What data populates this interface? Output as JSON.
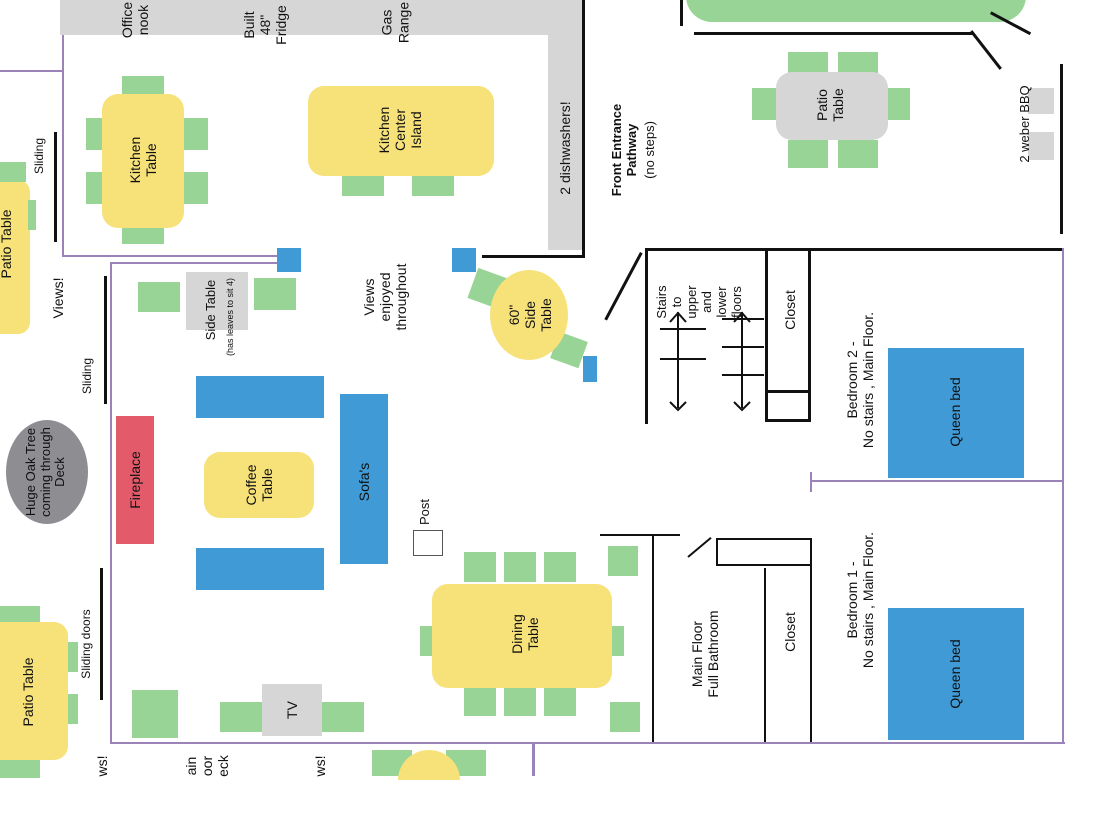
{
  "labels": {
    "office": "Office\nnook",
    "built_in_fridge": "Built\n48\"\nFridge",
    "gas_range": "Gas\nRange",
    "kitchen_table": "Kitchen\nTable",
    "kitchen_center_island": "Kitchen\nCenter\nIsland",
    "dishwashers": "2 dishwashers!",
    "front_entrance": "Front Entrance\nPathway",
    "no_steps": "(no steps)",
    "patio_table_right": "Patio\nTable",
    "weber_bbq": "2 weber BBQ",
    "sliding_top": "Sliding",
    "views_left": "Views!",
    "sliding_mid": "Sliding",
    "sliding_doors": "Sliding doors",
    "patio_table_left_top": "Patio Table",
    "patio_table_left_bottom": "Patio Table",
    "oak_tree": "Huge Oak Tree\ncoming through\nDeck",
    "side_table": "Side Table",
    "side_table_note": "(has leaves to sit 4)",
    "views_enjoyed": "Views\nenjoyed\nthroughout",
    "side_table_60": "60\"\nSide\nTable",
    "stairs": "Stairs\nto\nupper\nand\nlower\nfloors",
    "closet_top": "Closet",
    "bedroom2": "Bedroom 2 -\nNo stairs , Main Floor.",
    "queen_bed_top": "Queen bed",
    "fireplace": "Fireplace",
    "coffee_table": "Coffee\nTable",
    "sofas": "Sofa's",
    "post": "Post",
    "dining_table": "Dining\nTable",
    "bathroom": "Main Floor\nFull Bathroom",
    "closet_bottom": "Closet",
    "bedroom1": "Bedroom 1 -\nNo stairs , Main Floor.",
    "queen_bed_bottom": "Queen bed",
    "tv": "TV",
    "views_bottom_left": "ws!",
    "main_floor_deck": "ain\noor\neck",
    "views_bottom_mid": "ws!"
  },
  "colors": {
    "wall": "#9b82b8",
    "table": "#f7e27a",
    "chair": "#97d495",
    "sofa_bed": "#3f9ad6",
    "fireplace": "#e35b6b",
    "fixture": "#d6d6d6",
    "tree": "#8e8e92"
  }
}
